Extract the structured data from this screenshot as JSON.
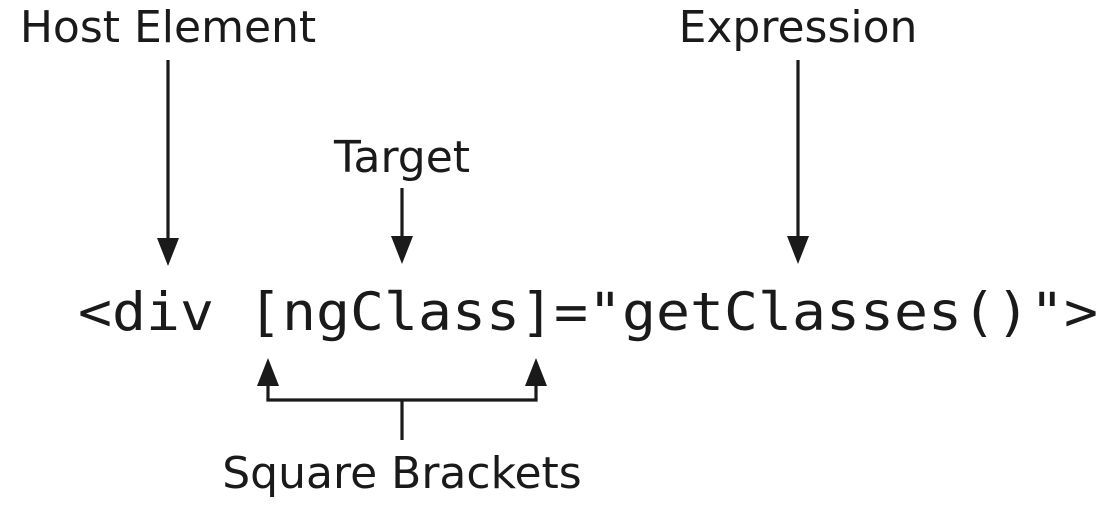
{
  "labels": {
    "host_element": "Host Element",
    "expression": "Expression",
    "target": "Target",
    "square_brackets": "Square Brackets"
  },
  "code": {
    "line": "<div [ngClass]=\"getClasses()\">"
  }
}
